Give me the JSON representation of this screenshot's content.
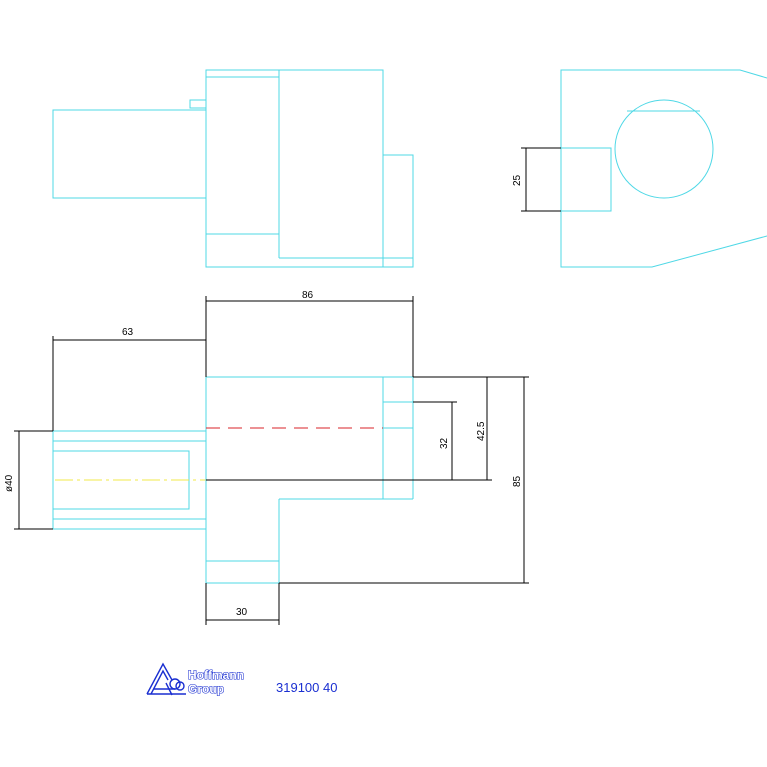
{
  "dimensions": {
    "width_top": "86",
    "width_left": "63",
    "step_height_inner": "32",
    "step_height_outer": "42.5",
    "total_height": "85",
    "diameter": "ø40",
    "bottom_width": "30",
    "slot_width": "25"
  },
  "title_block": {
    "company_line1": "Hoffmann",
    "company_line2": "Group",
    "part_number": "319100 40"
  },
  "icons": {
    "logo": "hoffmann-group-logo-icon"
  },
  "colors": {
    "geometry": "#4fd8e6",
    "dimension": "#000000",
    "hidden_line": "#d9232a",
    "center_line": "#f2e84a",
    "logo": "#1a2fd1"
  }
}
